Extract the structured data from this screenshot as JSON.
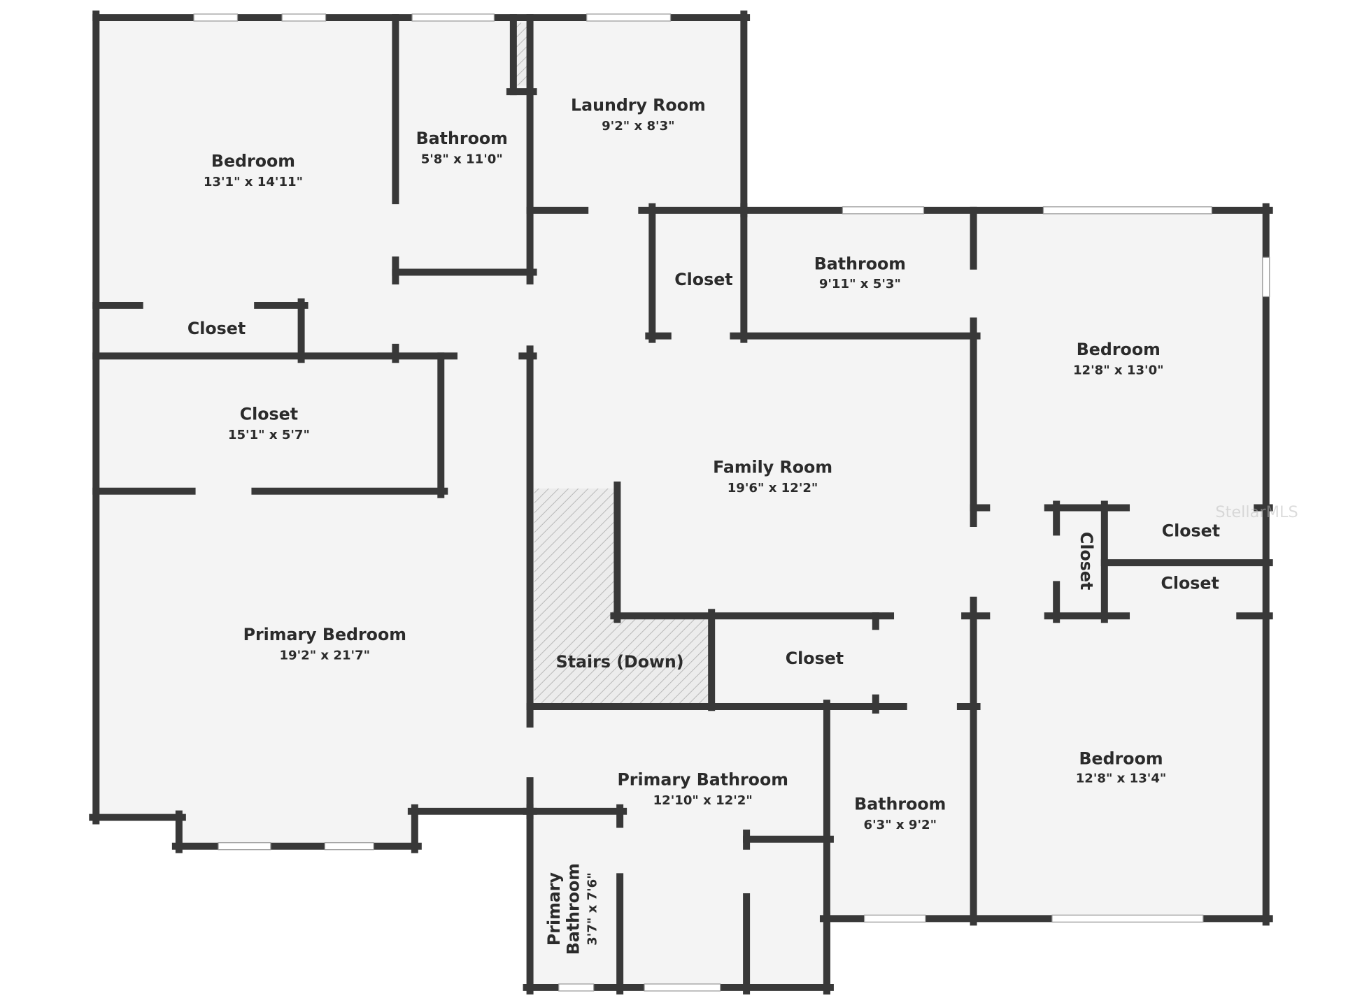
{
  "floorplan": {
    "watermark": "StellarMLS",
    "colors": {
      "wall": "#383838",
      "floor": "#f4f4f4",
      "window": "#ffffff",
      "stairs_hatch": "#b5b5b5"
    },
    "rooms": [
      {
        "name": "Bedroom",
        "dims": "13'1\" x 14'11\""
      },
      {
        "name": "Bathroom",
        "dims": "5'8\" x 11'0\""
      },
      {
        "name": "Laundry Room",
        "dims": "9'2\" x 8'3\""
      },
      {
        "name": "Closet"
      },
      {
        "name": "Bathroom",
        "dims": "9'11\" x 5'3\""
      },
      {
        "name": "Bedroom",
        "dims": "12'8\" x 13'0\""
      },
      {
        "name": "Closet"
      },
      {
        "name": "Closet",
        "dims": "15'1\" x 5'7\""
      },
      {
        "name": "Family Room",
        "dims": "19'6\" x 12'2\""
      },
      {
        "name": "Closet"
      },
      {
        "name": "Closet"
      },
      {
        "name": "Closet"
      },
      {
        "name": "Primary Bedroom",
        "dims": "19'2\" x 21'7\""
      },
      {
        "name": "Stairs (Down)"
      },
      {
        "name": "Closet"
      },
      {
        "name": "Primary Bathroom",
        "dims": "12'10\" x 12'2\""
      },
      {
        "name": "Bathroom",
        "dims": "6'3\" x 9'2\""
      },
      {
        "name": "Bedroom",
        "dims": "12'8\" x 13'4\""
      },
      {
        "name": "Primary",
        "name2": "Bathroom",
        "dims": "3'7\" x 7'6\""
      }
    ]
  }
}
